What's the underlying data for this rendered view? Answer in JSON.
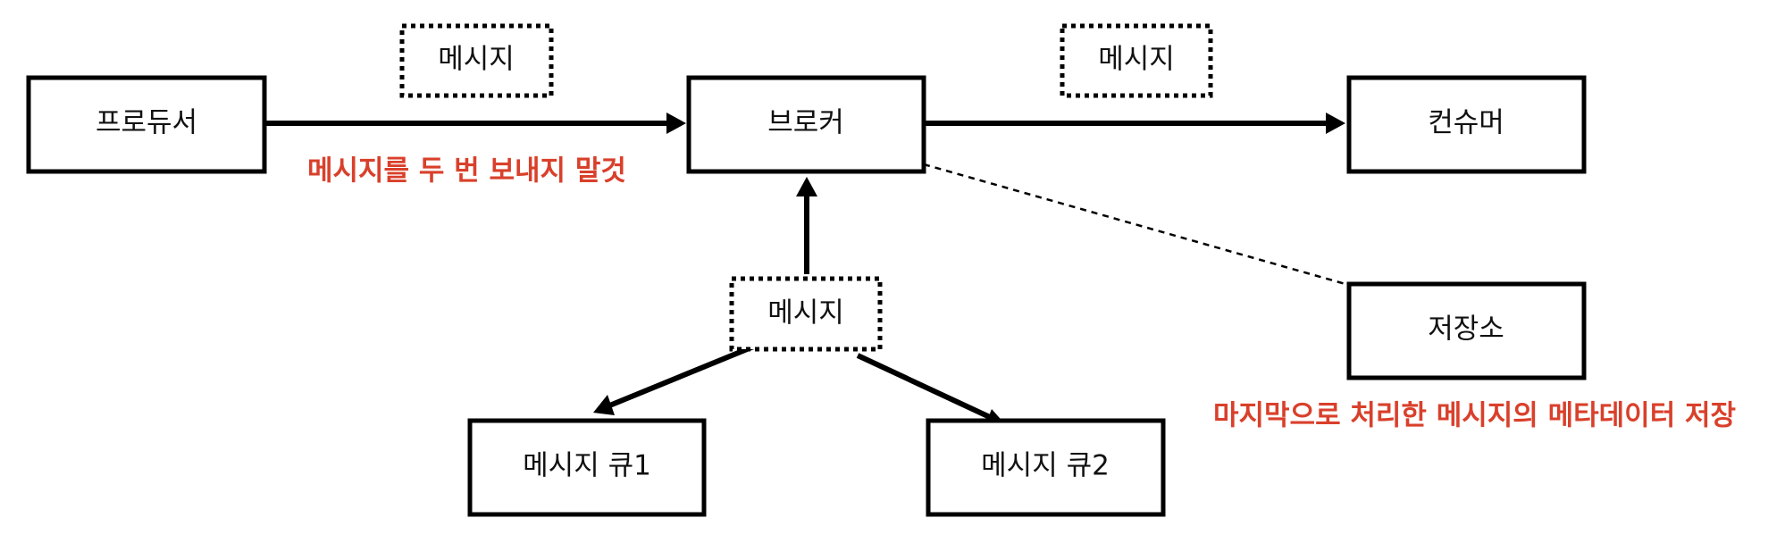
{
  "colors": {
    "stroke": "#000000",
    "text": "#111111",
    "note": "#d9402b",
    "background": "#ffffff"
  },
  "nodes": {
    "producer": "프로듀서",
    "broker": "브로커",
    "consumer": "컨슈머",
    "storage": "저장소",
    "queue1": "메시지 큐1",
    "queue2": "메시지 큐2"
  },
  "messages": {
    "producer_to_broker": "메시지",
    "broker_to_consumer": "메시지",
    "queues_to_broker": "메시지"
  },
  "notes": {
    "producer_note": "메시지를 두 번 보내지 말것",
    "storage_note": "마지막으로 처리한 메시지의 메타데이터 저장"
  }
}
